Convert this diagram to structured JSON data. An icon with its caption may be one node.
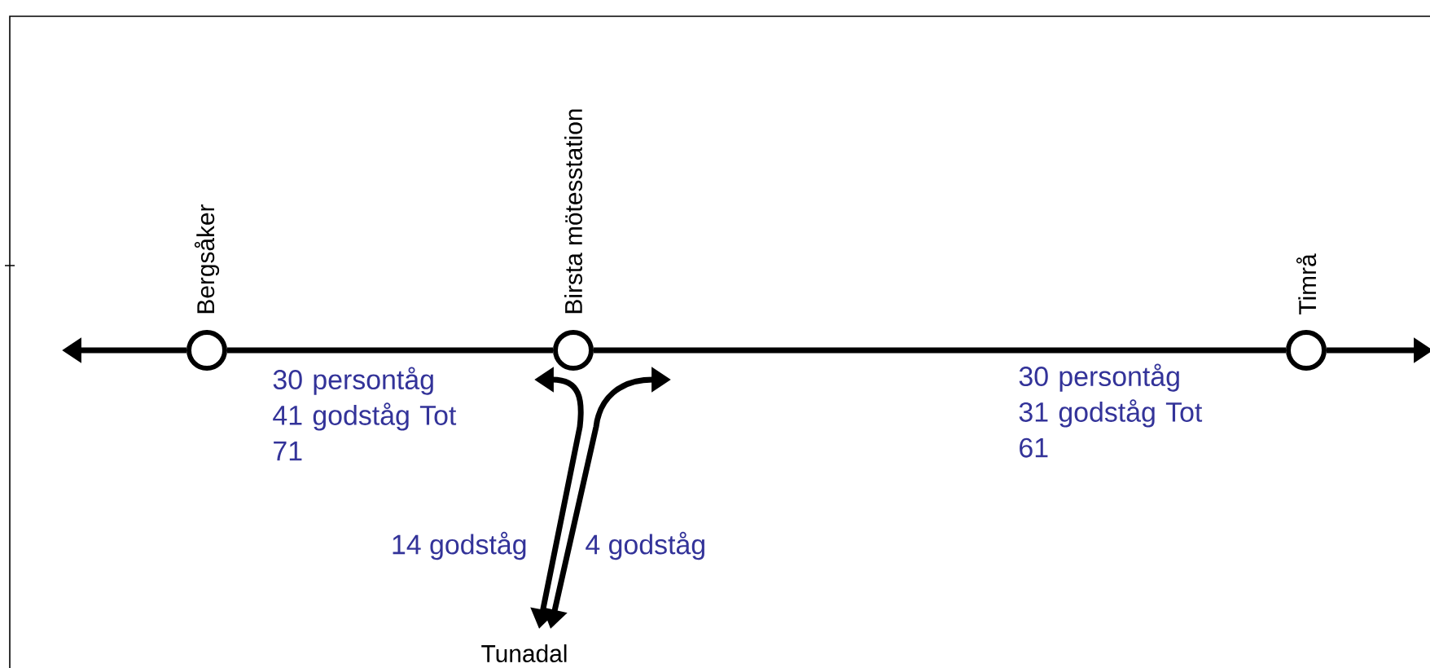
{
  "diagram": {
    "nodes": [
      {
        "text": [
          "Bergsåker"
        ]
      },
      {
        "text": [
          "Birsta mötesstation"
        ]
      },
      {
        "text": [
          "Timrå"
        ]
      },
      {
        "text": [
          "Tunadal"
        ]
      }
    ],
    "edges": [
      {
        "from": 0,
        "to": null,
        "arrow": "to"
      },
      {
        "from": 0,
        "to": 1,
        "arrow": "none",
        "label": "30 persontåg 41 godståg Tot 71"
      },
      {
        "from": 1,
        "to": 2,
        "arrow": "none",
        "label": "30 persontåg 31 godståg Tot 61"
      },
      {
        "from": 2,
        "to": null,
        "arrow": "to"
      },
      {
        "from": 1,
        "to": 3,
        "arrow": "both",
        "label": "14 godståg"
      },
      {
        "from": 1,
        "to": 3,
        "arrow": "both",
        "label": "4 godståg"
      }
    ]
  }
}
